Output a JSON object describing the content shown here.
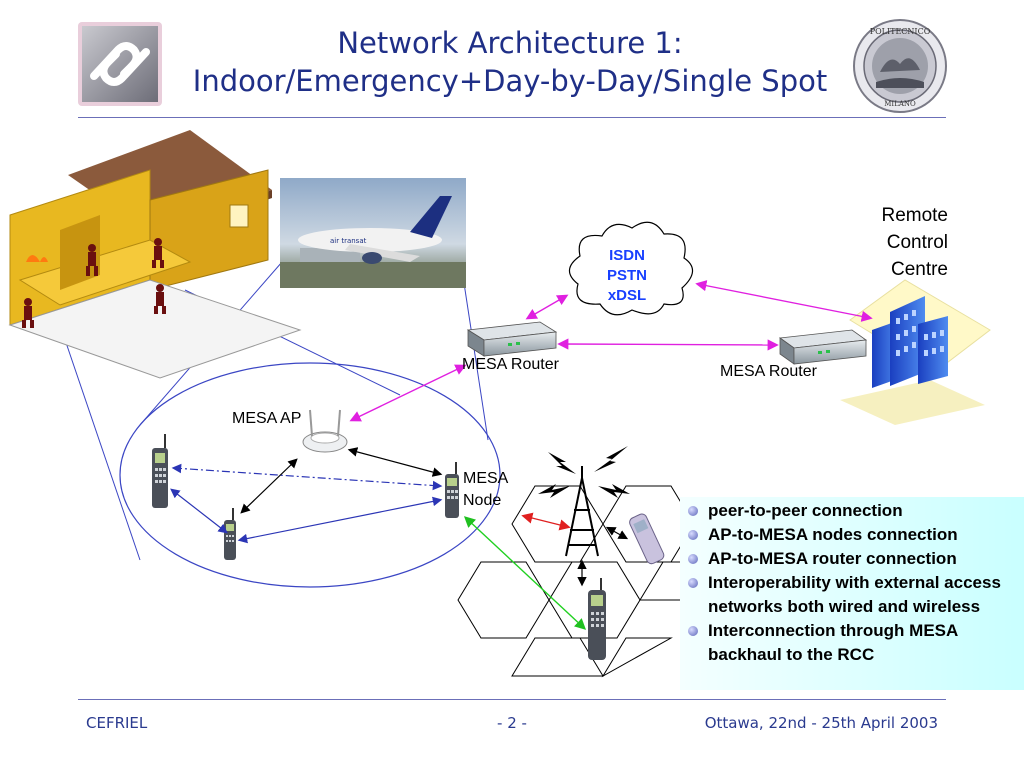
{
  "slide": {
    "title_line1": "Network Architecture 1:",
    "title_line2": "Indoor/Emergency+Day-by-Day/Single Spot"
  },
  "diagram": {
    "cloud_lines": [
      "ISDN",
      "PSTN",
      "xDSL"
    ],
    "router_left_label": "MESA Router",
    "router_right_label": "MESA Router",
    "ap_label": "MESA AP",
    "node_label_line1": "MESA",
    "node_label_line2": "Node",
    "rcc_lines": [
      "Remote",
      "Control",
      "Centre"
    ]
  },
  "legend": {
    "items": [
      "peer-to-peer connection",
      "AP-to-MESA nodes connection",
      "AP-to-MESA router connection",
      "Interoperability with external access networks both wired and wireless",
      "Interconnection through MESA backhaul to the RCC"
    ]
  },
  "footer": {
    "left": "CEFRIEL",
    "center": "- 2 -",
    "right": "Ottawa, 22nd - 25th April 2003"
  },
  "colors": {
    "title": "#1f2f87",
    "link_magenta": "#e020e0",
    "link_green": "#20e020",
    "link_red": "#e02020",
    "link_blue": "#2b35b5"
  }
}
